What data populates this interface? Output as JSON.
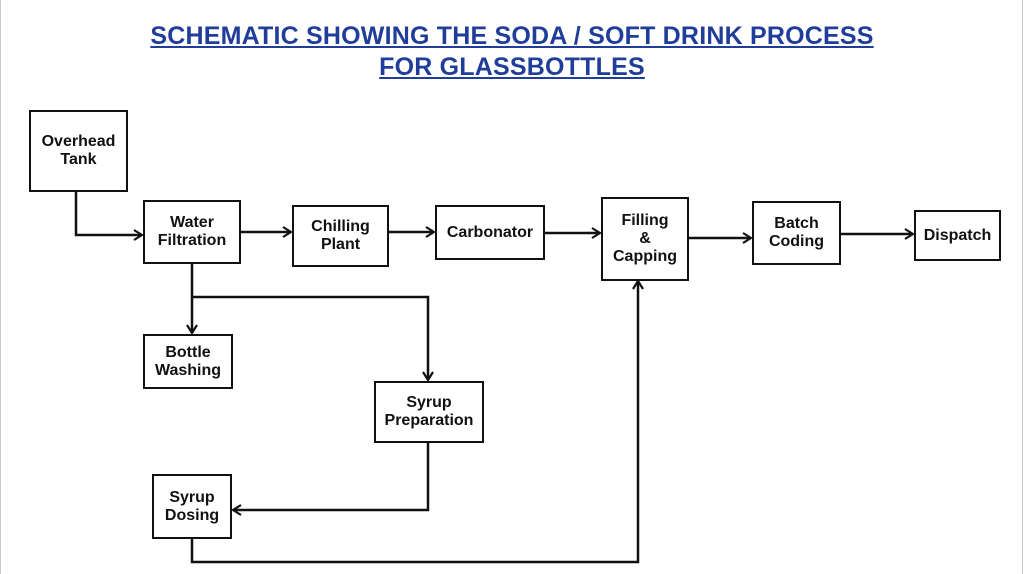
{
  "title": {
    "line1": "SCHEMATIC SHOWING THE SODA / SOFT DRINK PROCESS",
    "line2": "FOR GLASSBOTTLES"
  },
  "nodes": {
    "overhead_tank": [
      "Overhead",
      "Tank"
    ],
    "water_filtration": [
      "Water",
      "Filtration"
    ],
    "chilling_plant": [
      "Chilling",
      "Plant"
    ],
    "carbonator": [
      "Carbonator"
    ],
    "filling_capping": [
      "Filling",
      "&",
      "Capping"
    ],
    "batch_coding": [
      "Batch",
      "Coding"
    ],
    "dispatch": [
      "Dispatch"
    ],
    "bottle_washing": [
      "Bottle",
      "Washing"
    ],
    "syrup_preparation": [
      "Syrup",
      "Preparation"
    ],
    "syrup_dosing": [
      "Syrup",
      "Dosing"
    ]
  },
  "colors": {
    "title": "#1f3d99",
    "lines": "#111111",
    "background": "#ffffff"
  }
}
